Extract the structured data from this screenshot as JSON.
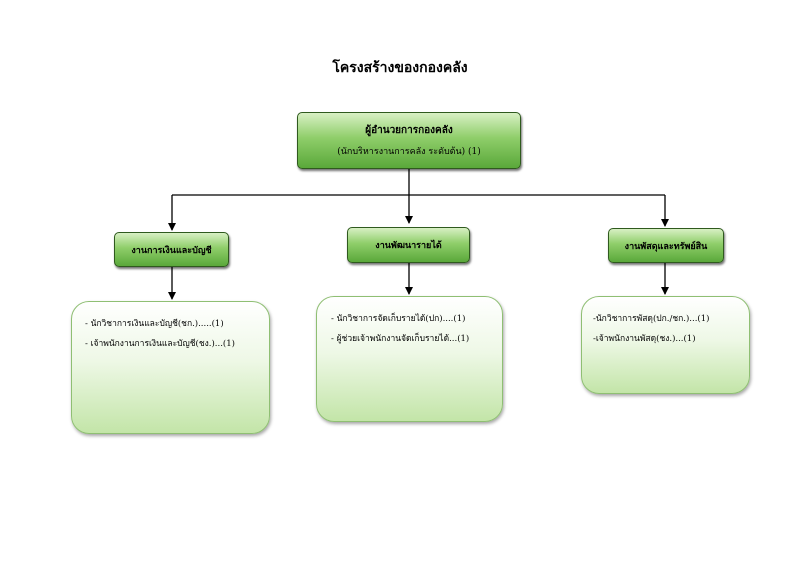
{
  "title": "โครงสร้างของกองคลัง",
  "head": {
    "title": "ผู้อำนวยการกองคลัง",
    "subtitle": "(นักบริหารงานการคลัง ระดับต้น) (1)"
  },
  "units": [
    {
      "name": "งานการเงินและบัญชี",
      "staff": [
        "- นักวิชาการเงินและบัญชี(ชก.).....(1)",
        "- เจ้าพนักงานการเงินและบัญชี(ชง.)...(1)"
      ]
    },
    {
      "name": "งานพัฒนารายได้",
      "staff": [
        "- นักวิชาการจัดเก็บรายได้(ปก)....(1)",
        "- ผู้ช่วยเจ้าพนักงานจัดเก็บรายได้...(1)"
      ]
    },
    {
      "name": "งานพัสดุและทรัพย์สิน",
      "staff": [
        "-นักวิชาการพัสดุ(ปก./ชก.)...(1)",
        "-เจ้าพนักงานพัสดุ(ชง.)...(1)"
      ]
    }
  ]
}
